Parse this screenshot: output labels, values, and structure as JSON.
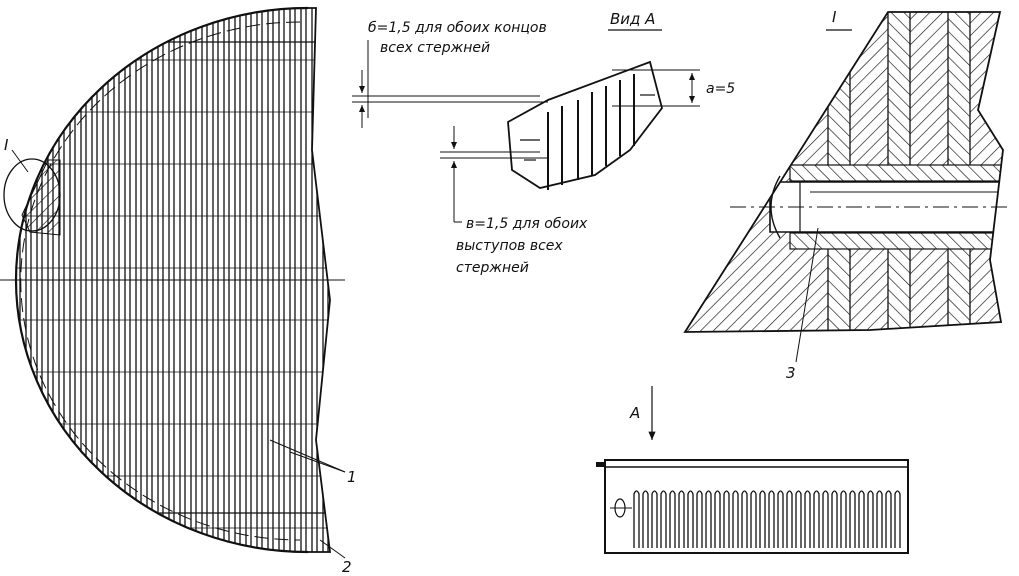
{
  "labels": {
    "view_a_title": "Вид А",
    "detail_i_title": "I",
    "detail_i_marker": "I",
    "arrow_a": "A",
    "dim_b_line1": "б=1,5 для обоих концов",
    "dim_b_line2": "всех стержней",
    "dim_a": "а=5",
    "dim_v_line1": "в=1,5 для обоих",
    "dim_v_line2": "выступов всех",
    "dim_v_line3": "стержней",
    "callout_1": "1",
    "callout_2": "2",
    "callout_3": "3"
  },
  "colors": {
    "ink": "#111111",
    "paper": "#ffffff"
  }
}
